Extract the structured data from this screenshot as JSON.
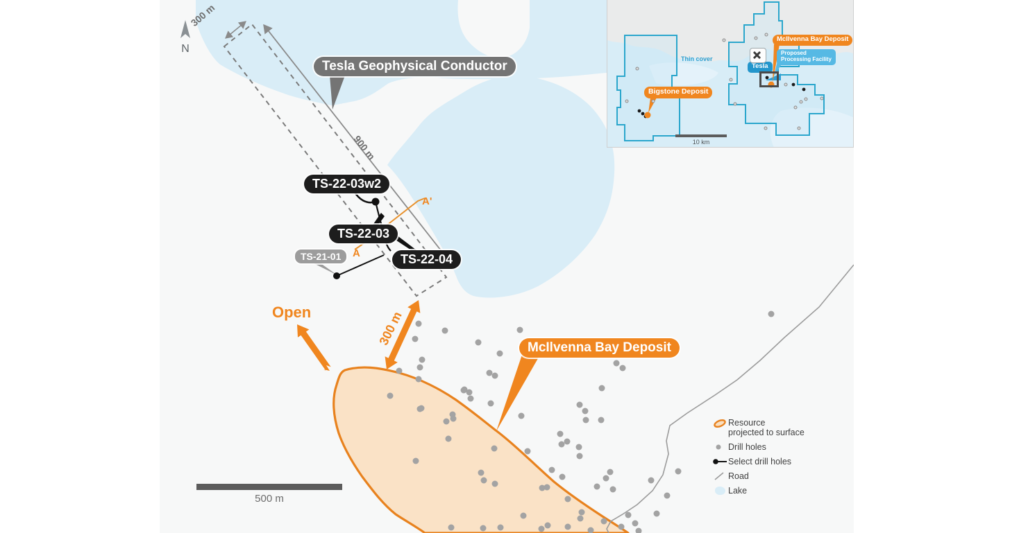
{
  "map": {
    "north": "N",
    "labels": {
      "conductor": "Tesla Geophysical Conductor",
      "hole_w2": "TS-22-03w2",
      "hole_03": "TS-22-03",
      "hole_04": "TS-22-04",
      "hole_01": "TS-21-01",
      "open": "Open",
      "deposit": "McIlvenna Bay Deposit",
      "dim_300_top": "300 m",
      "dim_900": "900 m",
      "dim_300_orange": "300 m",
      "section_a": "A",
      "section_a_prime": "A'"
    },
    "scale_label": "500 m",
    "legend": [
      {
        "label": "Resource",
        "label2": "projected to surface"
      },
      {
        "label": "Drill holes"
      },
      {
        "label": "Select drill holes"
      },
      {
        "label": "Road"
      },
      {
        "label": "Lake"
      }
    ],
    "drill_holes": [
      [
        373,
        467
      ],
      [
        411,
        477
      ],
      [
        368,
        489
      ],
      [
        459,
        494
      ],
      [
        519,
        476
      ],
      [
        490,
        510
      ],
      [
        378,
        519
      ],
      [
        375,
        530
      ],
      [
        345,
        535
      ],
      [
        373,
        547
      ],
      [
        475,
        538
      ],
      [
        483,
        542
      ],
      [
        439,
        562
      ],
      [
        446,
        566
      ],
      [
        448,
        575
      ],
      [
        477,
        582
      ],
      [
        377,
        589
      ],
      [
        423,
        604
      ],
      [
        416,
        633
      ],
      [
        521,
        600
      ],
      [
        332,
        571
      ],
      [
        375,
        590
      ],
      [
        422,
        598
      ],
      [
        413,
        608
      ],
      [
        438,
        563
      ],
      [
        658,
        524
      ],
      [
        667,
        531
      ],
      [
        637,
        560
      ],
      [
        605,
        584
      ],
      [
        613,
        593
      ],
      [
        614,
        606
      ],
      [
        636,
        606
      ],
      [
        577,
        626
      ],
      [
        579,
        641
      ],
      [
        604,
        645
      ],
      [
        587,
        637
      ],
      [
        881,
        453
      ],
      [
        580,
        688
      ],
      [
        565,
        678
      ],
      [
        649,
        681
      ],
      [
        653,
        706
      ],
      [
        731,
        715
      ],
      [
        708,
        693
      ],
      [
        369,
        665
      ],
      [
        482,
        647
      ],
      [
        530,
        651
      ],
      [
        463,
        682
      ],
      [
        467,
        693
      ],
      [
        483,
        698
      ],
      [
        551,
        704
      ],
      [
        588,
        720
      ],
      [
        608,
        739
      ],
      [
        606,
        748
      ],
      [
        588,
        760
      ],
      [
        559,
        758
      ],
      [
        550,
        763
      ],
      [
        524,
        744
      ],
      [
        491,
        761
      ],
      [
        466,
        762
      ],
      [
        420,
        761
      ],
      [
        558,
        703
      ],
      [
        605,
        658
      ],
      [
        630,
        702
      ],
      [
        643,
        690
      ],
      [
        675,
        743
      ],
      [
        685,
        755
      ],
      [
        665,
        760
      ],
      [
        640,
        752
      ],
      [
        621,
        765
      ],
      [
        690,
        766
      ],
      [
        716,
        741
      ],
      [
        747,
        680
      ]
    ],
    "select_drill_holes": {
      "collar": [
        311,
        291
      ],
      "ts2101": [
        255,
        398
      ]
    },
    "colors": {
      "orange": "#F0861F",
      "lake": "#D9EDF7",
      "deposit_fill": "#F9DFC0",
      "deposit_stroke": "#E8821E",
      "gray_label": "#747474",
      "black_label": "#1D1D1D",
      "drill_gray": "#A3A3A3",
      "road_gray": "#9B9B9B"
    }
  },
  "inset": {
    "labels": {
      "thin_cover": "Thin cover",
      "bigstone": "Bigstone Deposit",
      "mcilvenna": "McIlvenna Bay Deposit",
      "facility_line1": "Proposed",
      "facility_line2": "Processing Facility",
      "tesla": "Tesla"
    },
    "scale_label": "10 km",
    "gray_dots": [
      [
        43,
        99
      ],
      [
        28,
        146
      ],
      [
        66,
        146
      ],
      [
        214,
        55
      ],
      [
        229,
        50
      ],
      [
        178,
        115
      ],
      [
        184,
        150
      ],
      [
        257,
        122
      ],
      [
        279,
        147
      ],
      [
        271,
        155
      ],
      [
        286,
        143
      ],
      [
        276,
        185
      ],
      [
        228,
        185
      ],
      [
        309,
        142
      ],
      [
        168,
        58
      ]
    ],
    "black_dots": [
      [
        230,
        112
      ],
      [
        268,
        122
      ],
      [
        283,
        129
      ],
      [
        46,
        160
      ],
      [
        51,
        164
      ],
      [
        55,
        168
      ]
    ],
    "orange_dots": [
      [
        58,
        166
      ],
      [
        236,
        122
      ]
    ]
  }
}
